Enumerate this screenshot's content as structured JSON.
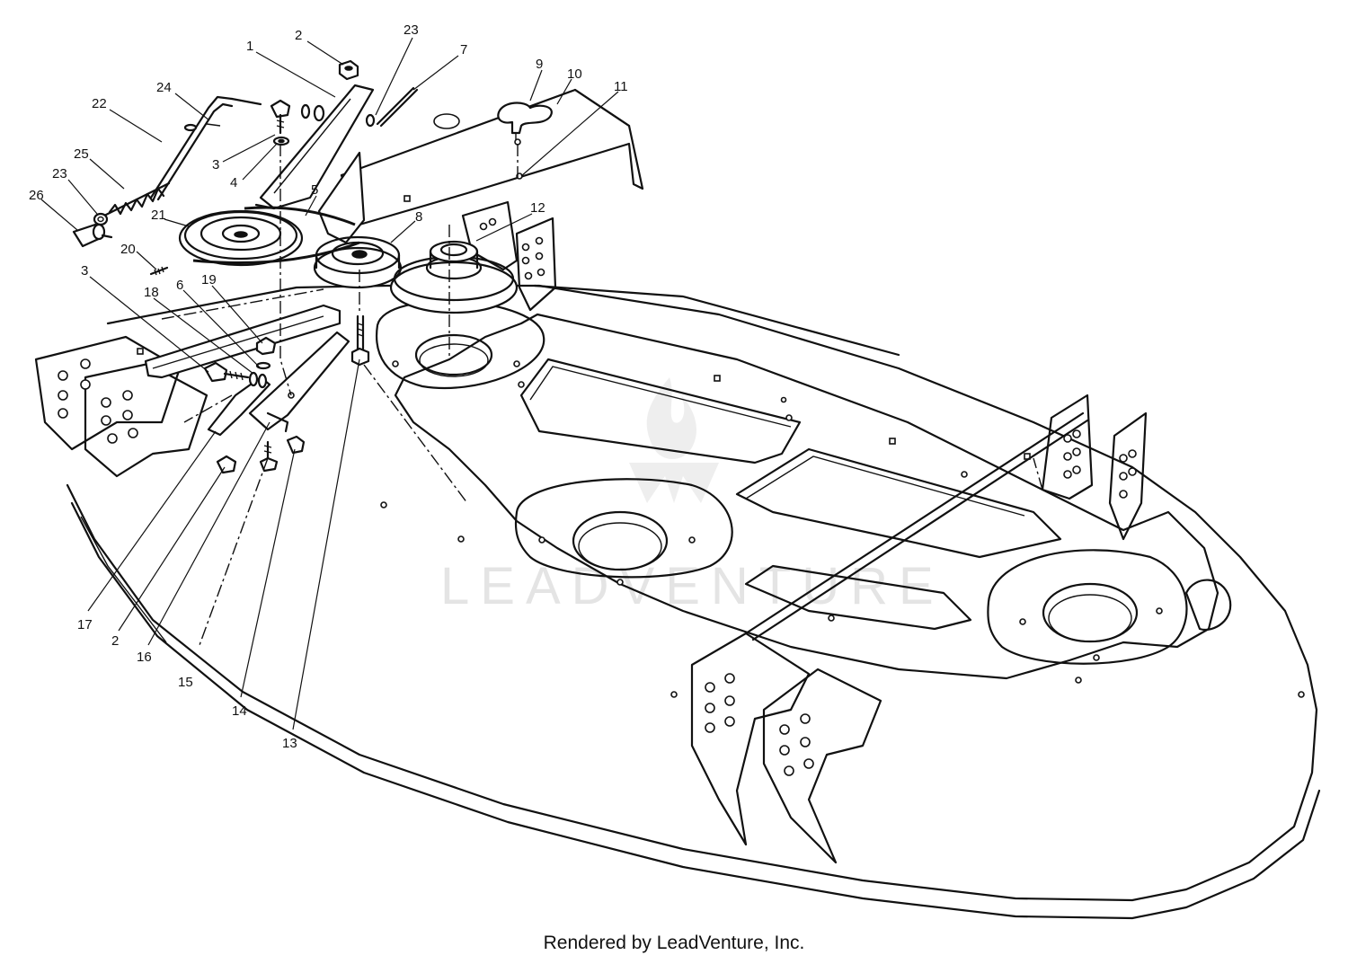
{
  "watermark": {
    "text": "LEADVENTURE"
  },
  "footer": {
    "text": "Rendered by LeadVenture, Inc."
  },
  "callouts": [
    {
      "id": "c1",
      "label": "1"
    },
    {
      "id": "c2a",
      "label": "2"
    },
    {
      "id": "c23a",
      "label": "23"
    },
    {
      "id": "c7",
      "label": "7"
    },
    {
      "id": "c9",
      "label": "9"
    },
    {
      "id": "c10",
      "label": "10"
    },
    {
      "id": "c11",
      "label": "11"
    },
    {
      "id": "c24",
      "label": "24"
    },
    {
      "id": "c22",
      "label": "22"
    },
    {
      "id": "c3a",
      "label": "3"
    },
    {
      "id": "c4",
      "label": "4"
    },
    {
      "id": "c25",
      "label": "25"
    },
    {
      "id": "c23b",
      "label": "23"
    },
    {
      "id": "c26",
      "label": "26"
    },
    {
      "id": "c5",
      "label": "5"
    },
    {
      "id": "c21",
      "label": "21"
    },
    {
      "id": "c8",
      "label": "8"
    },
    {
      "id": "c12",
      "label": "12"
    },
    {
      "id": "c20",
      "label": "20"
    },
    {
      "id": "c3b",
      "label": "3"
    },
    {
      "id": "c18",
      "label": "18"
    },
    {
      "id": "c6",
      "label": "6"
    },
    {
      "id": "c19",
      "label": "19"
    },
    {
      "id": "c17",
      "label": "17"
    },
    {
      "id": "c2b",
      "label": "2"
    },
    {
      "id": "c16",
      "label": "16"
    },
    {
      "id": "c15",
      "label": "15"
    },
    {
      "id": "c14",
      "label": "14"
    },
    {
      "id": "c13",
      "label": "13"
    }
  ]
}
